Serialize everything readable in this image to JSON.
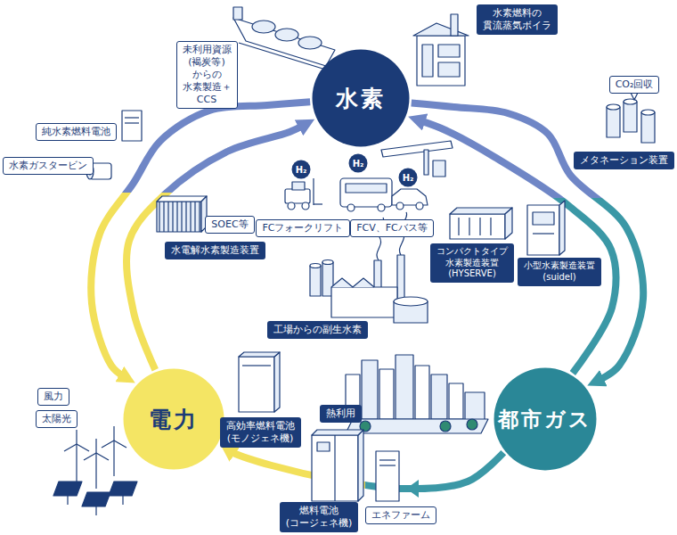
{
  "diagram": {
    "nodes": [
      {
        "text": [
          "水素燃料の 貫流蒸気ボイラ"
        ]
      },
      {
        "text": [
          "未利用資源(褐炭等)からの 水素製造＋CCS"
        ]
      },
      {
        "text": [
          "水素"
        ]
      },
      {
        "text": [
          "CO₂回収"
        ]
      },
      {
        "text": [
          "純水素燃料電池"
        ]
      },
      {
        "text": [
          "水素ガスタービン"
        ]
      },
      {
        "text": [
          "H₂"
        ]
      },
      {
        "text": [
          "H₂"
        ]
      },
      {
        "text": [
          "H₂"
        ]
      },
      {
        "text": [
          "メタネーション装置"
        ]
      },
      {
        "text": [
          "SOEC等"
        ]
      },
      {
        "text": [
          "FCフォークリフト"
        ]
      },
      {
        "text": [
          "FCV、FCバス等"
        ]
      },
      {
        "text": [
          "水電解水素製造装置"
        ]
      },
      {
        "text": [
          "コンパクトタイプ 水素製造装置 (HYSERVE)"
        ]
      },
      {
        "text": [
          "小型水素製造装置 (suidel)"
        ]
      },
      {
        "text": [
          "工場からの副生水素"
        ]
      },
      {
        "text": [
          "風力"
        ]
      },
      {
        "text": [
          "太陽光"
        ]
      },
      {
        "text": [
          "電力"
        ]
      },
      {
        "text": [
          "熱利用"
        ]
      },
      {
        "text": [
          "高効率燃料電池 (モノジェネ機)"
        ]
      },
      {
        "text": [
          "都市ガス"
        ]
      },
      {
        "text": [
          "燃料電池 (コージェネ機)"
        ]
      },
      {
        "text": [
          "エネファーム"
        ]
      }
    ],
    "edges": [
      {
        "from": 2,
        "to": 19,
        "arrow": "to"
      },
      {
        "from": 19,
        "to": 2,
        "arrow": "to"
      },
      {
        "from": 2,
        "to": 22,
        "arrow": "to"
      },
      {
        "from": 22,
        "to": 2,
        "arrow": "to"
      },
      {
        "from": 22,
        "to": 19,
        "arrow": "to"
      }
    ]
  }
}
